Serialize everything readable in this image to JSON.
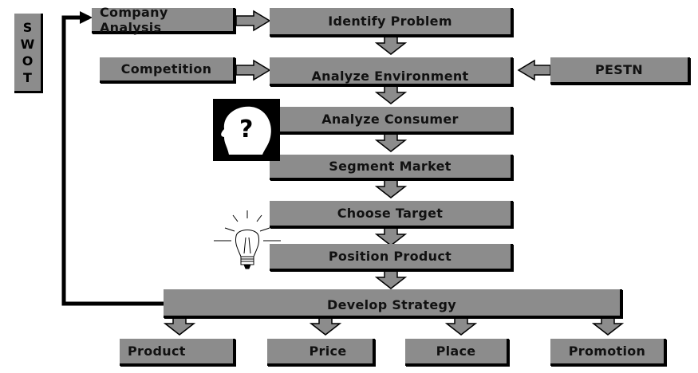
{
  "diagram": {
    "swot_letters": [
      "S",
      "W",
      "O",
      "T"
    ],
    "company_analysis": "Company Analysis",
    "competition": "Competition",
    "pestn": "PESTN",
    "steps": [
      "Identify Problem",
      "Analyze Environment",
      "Analyze Consumer",
      "Segment Market",
      "Choose Target",
      "Position Product",
      "Develop Strategy"
    ],
    "mix": [
      "Product",
      "Price",
      "Place",
      "Promotion"
    ]
  },
  "icons": {
    "head": "head-question-icon",
    "bulb": "light-bulb-icon"
  },
  "colors": {
    "box": "#8c8c8c",
    "outline": "#000000"
  }
}
